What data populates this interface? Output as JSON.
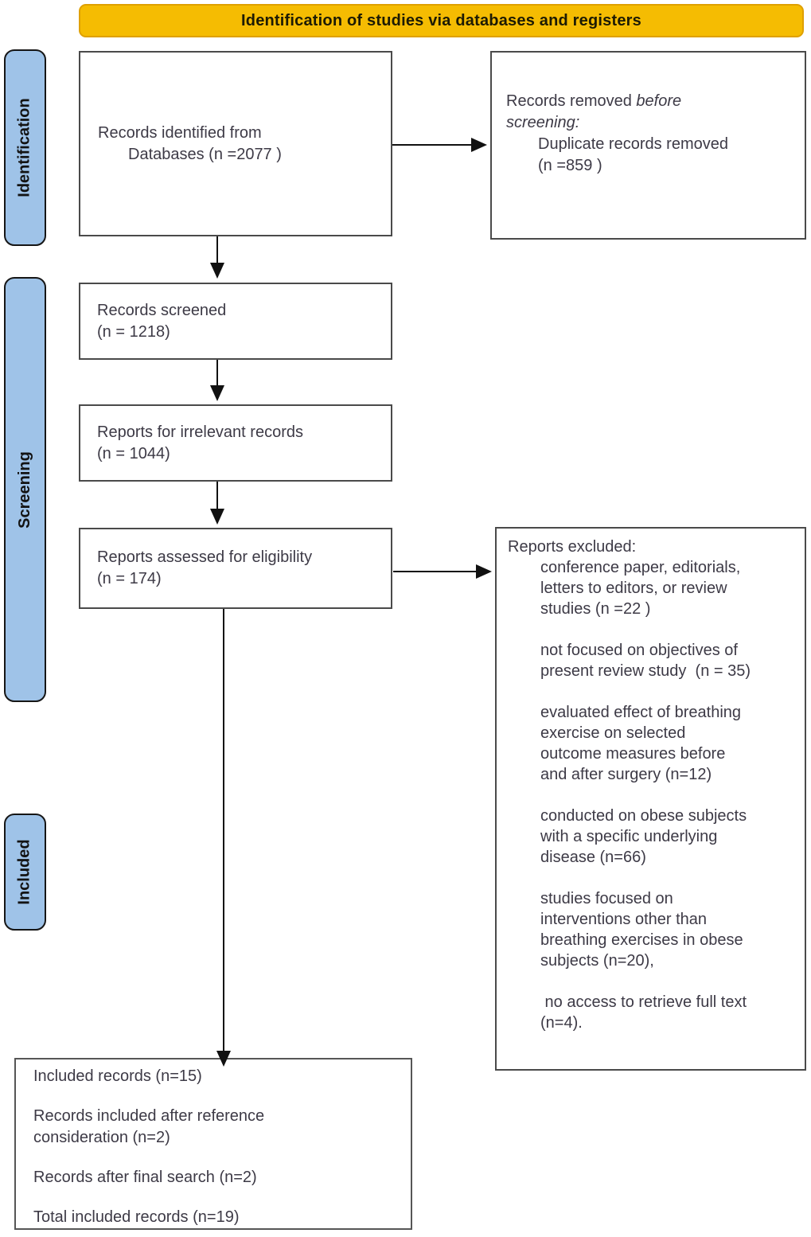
{
  "banner": {
    "title": "Identification of studies via databases and registers"
  },
  "stages": {
    "identification": "Identification",
    "screening": "Screening",
    "included": "Included"
  },
  "boxes": {
    "records_identified": {
      "line1": "Records identified from",
      "line2": "Databases (n =2077 )"
    },
    "records_removed": {
      "intro": "Records removed ",
      "emphasis_1": "before",
      "emphasis_2": "screening:",
      "detail": "Duplicate records removed\n(n =859 )"
    },
    "records_screened": {
      "text": "Records screened\n(n = 1218)"
    },
    "reports_irrelevant": {
      "text": "Reports for irrelevant records\n(n = 1044)"
    },
    "reports_assessed": {
      "text": "Reports assessed for eligibility\n(n = 174)"
    },
    "reports_excluded": {
      "title": "Reports excluded:",
      "items": [
        "conference paper, editorials,\nletters to editors, or review\nstudies (n =22 )",
        "not focused on objectives of\npresent review study  (n = 35)",
        "evaluated effect of breathing\nexercise on selected\noutcome measures before\nand after surgery (n=12)",
        "conducted on obese subjects\nwith a specific underlying\ndisease (n=66)",
        "studies focused on\ninterventions other than\nbreathing exercises in obese\nsubjects (n=20),",
        " no access to retrieve full text\n(n=4)."
      ]
    },
    "included_records": {
      "lines": [
        "Included records (n=15)",
        "Records included after reference\nconsideration (n=2)",
        "Records after final search (n=2)",
        "Total included records (n=19)"
      ]
    }
  },
  "colors": {
    "banner_bg": "#F5BC02",
    "banner_border": "#DFA000",
    "stage_bg": "#9FC3E8",
    "stage_border": "#161616",
    "box_border": "#4A4A4A",
    "arrow": "#111111",
    "text": "#3D3A46"
  }
}
